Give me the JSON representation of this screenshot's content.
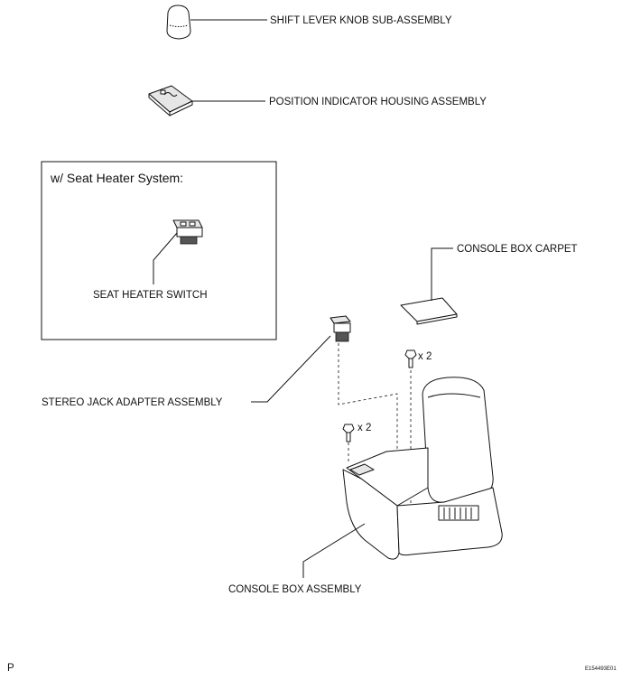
{
  "labels": {
    "shift_lever_knob": "SHIFT LEVER KNOB SUB-ASSEMBLY",
    "position_indicator": "POSITION INDICATOR HOUSING ASSEMBLY",
    "seat_heater_box_title": "w/ Seat Heater System:",
    "seat_heater_switch": "SEAT HEATER SWITCH",
    "console_box_carpet": "CONSOLE BOX CARPET",
    "stereo_jack": "STEREO JACK ADAPTER ASSEMBLY",
    "console_box_assembly": "CONSOLE BOX ASSEMBLY",
    "qty_right_screw": "x 2",
    "qty_left_screw": "x 2"
  },
  "footer": {
    "page_marker": "P",
    "figure_id": "E154493E01"
  }
}
